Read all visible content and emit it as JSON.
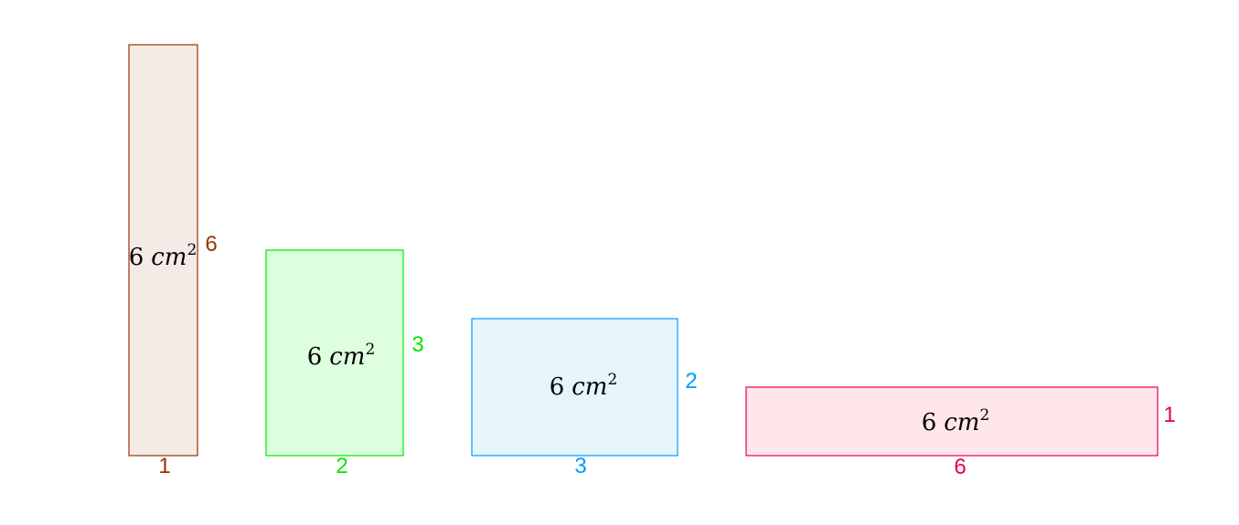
{
  "rectangles": [
    {
      "width_label": "1",
      "height_label": "6",
      "area_value": "6",
      "area_unit": "cm",
      "area_exponent": "2",
      "stroke": "#993300",
      "fill": "#f5ebe6",
      "label_color": "#993300"
    },
    {
      "width_label": "2",
      "height_label": "3",
      "area_value": "6",
      "area_unit": "cm",
      "area_exponent": "2",
      "stroke": "#00e600",
      "fill": "#ddffdd",
      "label_color": "#00e600"
    },
    {
      "width_label": "3",
      "height_label": "2",
      "area_value": "6",
      "area_unit": "cm",
      "area_exponent": "2",
      "stroke": "#0099ff",
      "fill": "#e6f4fc",
      "label_color": "#0099ff"
    },
    {
      "width_label": "6",
      "height_label": "1",
      "area_value": "6",
      "area_unit": "cm",
      "area_exponent": "2",
      "stroke": "#e6004c",
      "fill": "#ffe6ea",
      "label_color": "#e6004c"
    }
  ]
}
